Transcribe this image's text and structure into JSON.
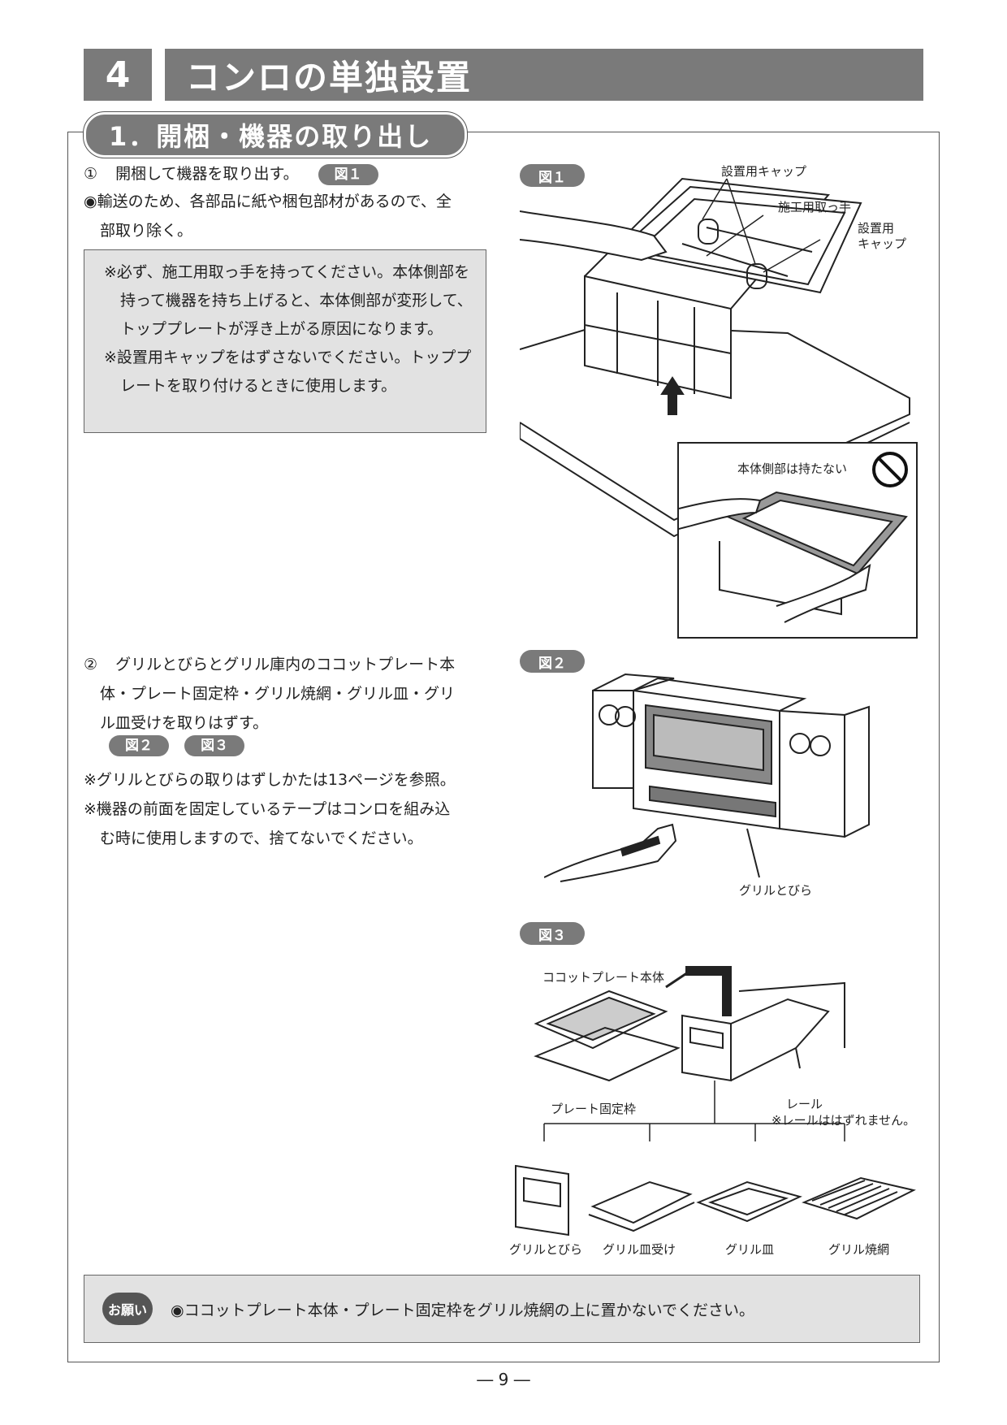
{
  "header": {
    "chapter_number": "4",
    "chapter_title": "コンロの単独設置"
  },
  "section": {
    "title": "1．開梱・機器の取り出し"
  },
  "step1": {
    "number": "①",
    "text": "開梱して機器を取り出す。",
    "fig_ref": "図１",
    "bullet_line1": "◉輸送のため、各部品に紙や梱包部材があるので、全",
    "bullet_line2": "部取り除く。"
  },
  "note_box": {
    "lines": [
      "※必ず、施工用取っ手を持ってください。本体側部を持って機器を持ち上げると、本体側部が変形して、トッププレートが浮き上がる原因になります。",
      "※設置用キャップをはずさないでください。トッププレートを取り付けるときに使用します。"
    ]
  },
  "step2": {
    "number": "②",
    "line1": "グリルとびらとグリル庫内のココットプレート本",
    "line2": "体・プレート固定枠・グリル焼網・グリル皿・グリ",
    "line3": "ル皿受けを取りはずす。",
    "fig_refs": [
      "図２",
      "図３"
    ],
    "note1": "※グリルとびらの取りはずしかたは13ページを参照。",
    "note2_line1": "※機器の前面を固定しているテープはコンロを組み込",
    "note2_line2": "む時に使用しますので、捨てないでください。"
  },
  "fig1": {
    "badge": "図１",
    "label_cap1": "設置用キャップ",
    "label_handle": "施工用取っ手",
    "label_cap2_line1": "設置用",
    "label_cap2_line2": "キャップ",
    "inset_label": "本体側部は持たない"
  },
  "fig2": {
    "badge": "図２",
    "label_door": "グリルとびら"
  },
  "fig3": {
    "badge": "図３",
    "label_cocotte": "ココットプレート本体",
    "label_frame": "プレート固定枠",
    "label_rail": "レール",
    "label_rail_note": "※レールははずれません。",
    "parts": [
      "グリルとびら",
      "グリル皿受け",
      "グリル皿",
      "グリル焼網"
    ]
  },
  "bottom": {
    "badge": "お願い",
    "text": "◉ココットプレート本体・プレート固定枠をグリル焼網の上に置かないでください。"
  },
  "page_number": "― 9 ―"
}
